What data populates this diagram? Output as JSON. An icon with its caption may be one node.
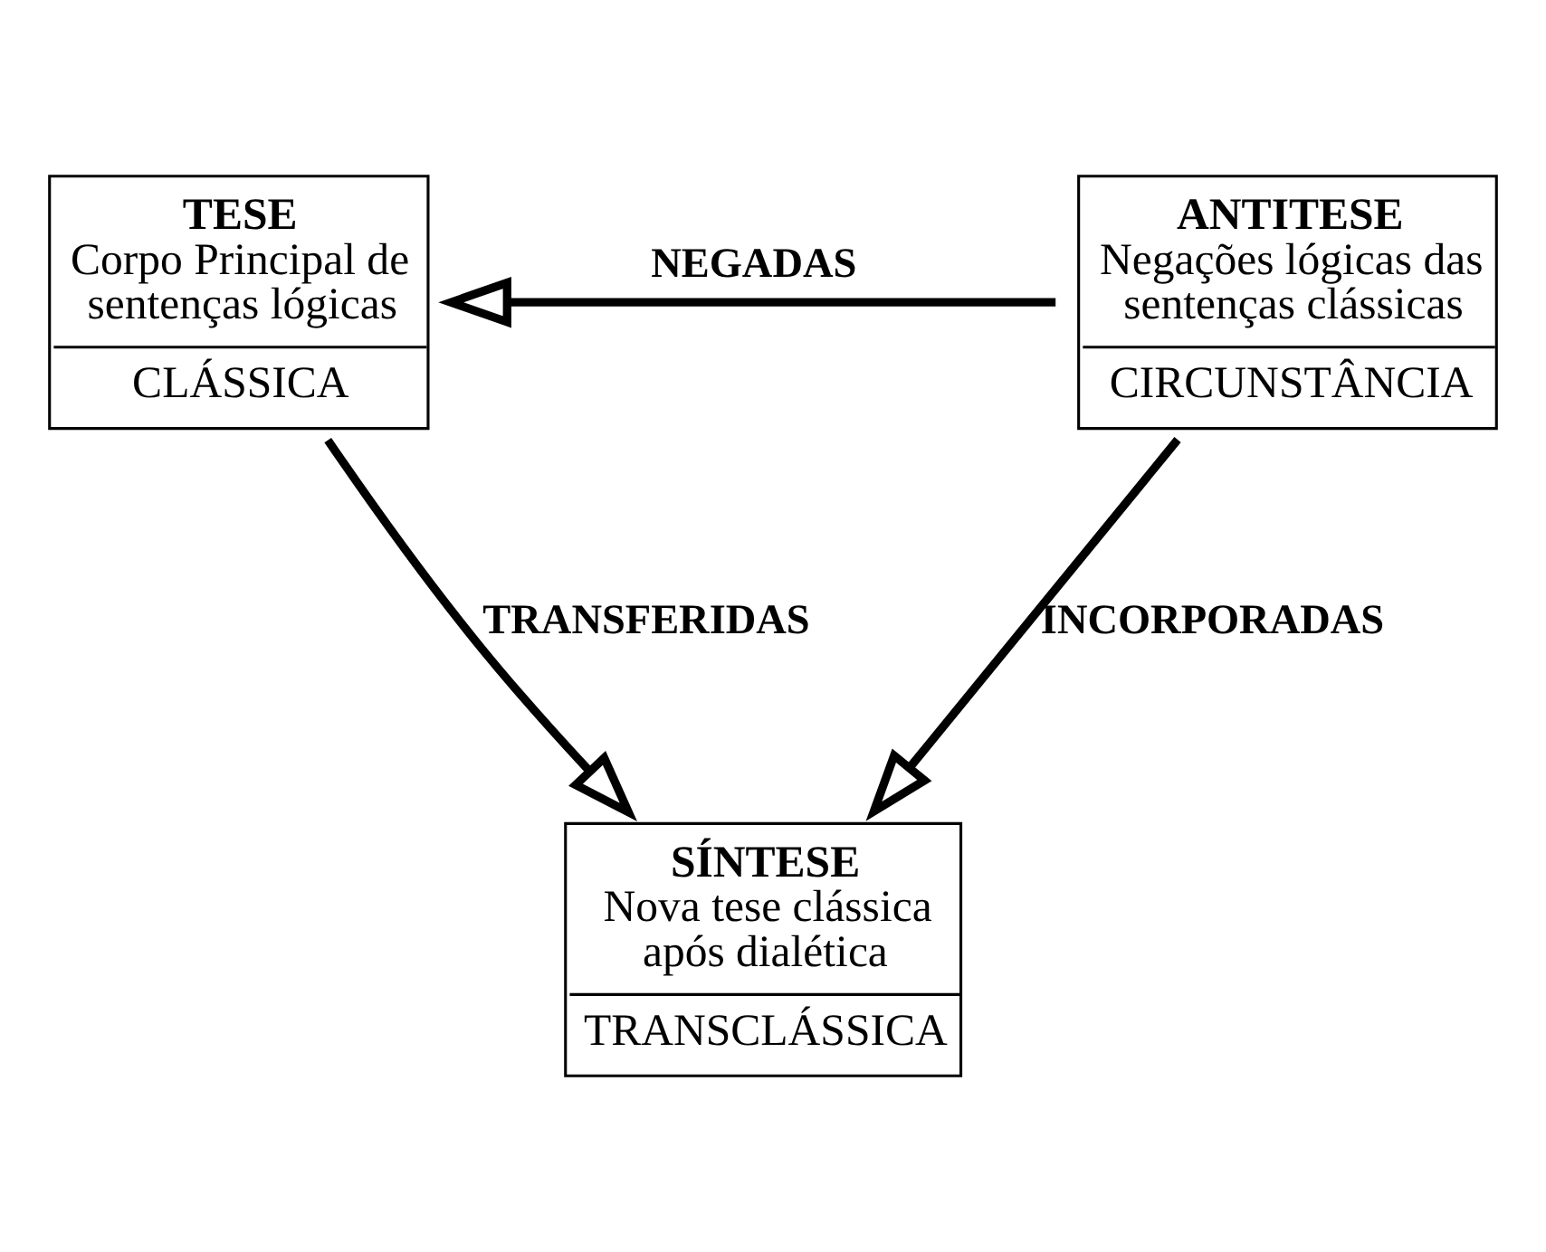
{
  "diagram": {
    "nodes": [
      {
        "text": [
          "TESE",
          "Corpo Principal de sentenças lógicas",
          "CLÁSSICA"
        ]
      },
      {
        "text": [
          "ANTITESE",
          "Negações lógicas das sentenças clássicas",
          "CIRCUNSTÂNCIA"
        ]
      },
      {
        "text": [
          "SÍNTESE",
          "Nova tese clássica após dialética",
          "TRANSCLÁSSICA"
        ]
      }
    ],
    "edges": [
      {
        "from": 1,
        "to": 0,
        "arrow": "to",
        "label": "NEGADAS"
      },
      {
        "from": 0,
        "to": 2,
        "arrow": "to",
        "label": "TRANSFERIDAS"
      },
      {
        "from": 1,
        "to": 2,
        "arrow": "to",
        "label": "INCORPORADAS"
      }
    ]
  }
}
